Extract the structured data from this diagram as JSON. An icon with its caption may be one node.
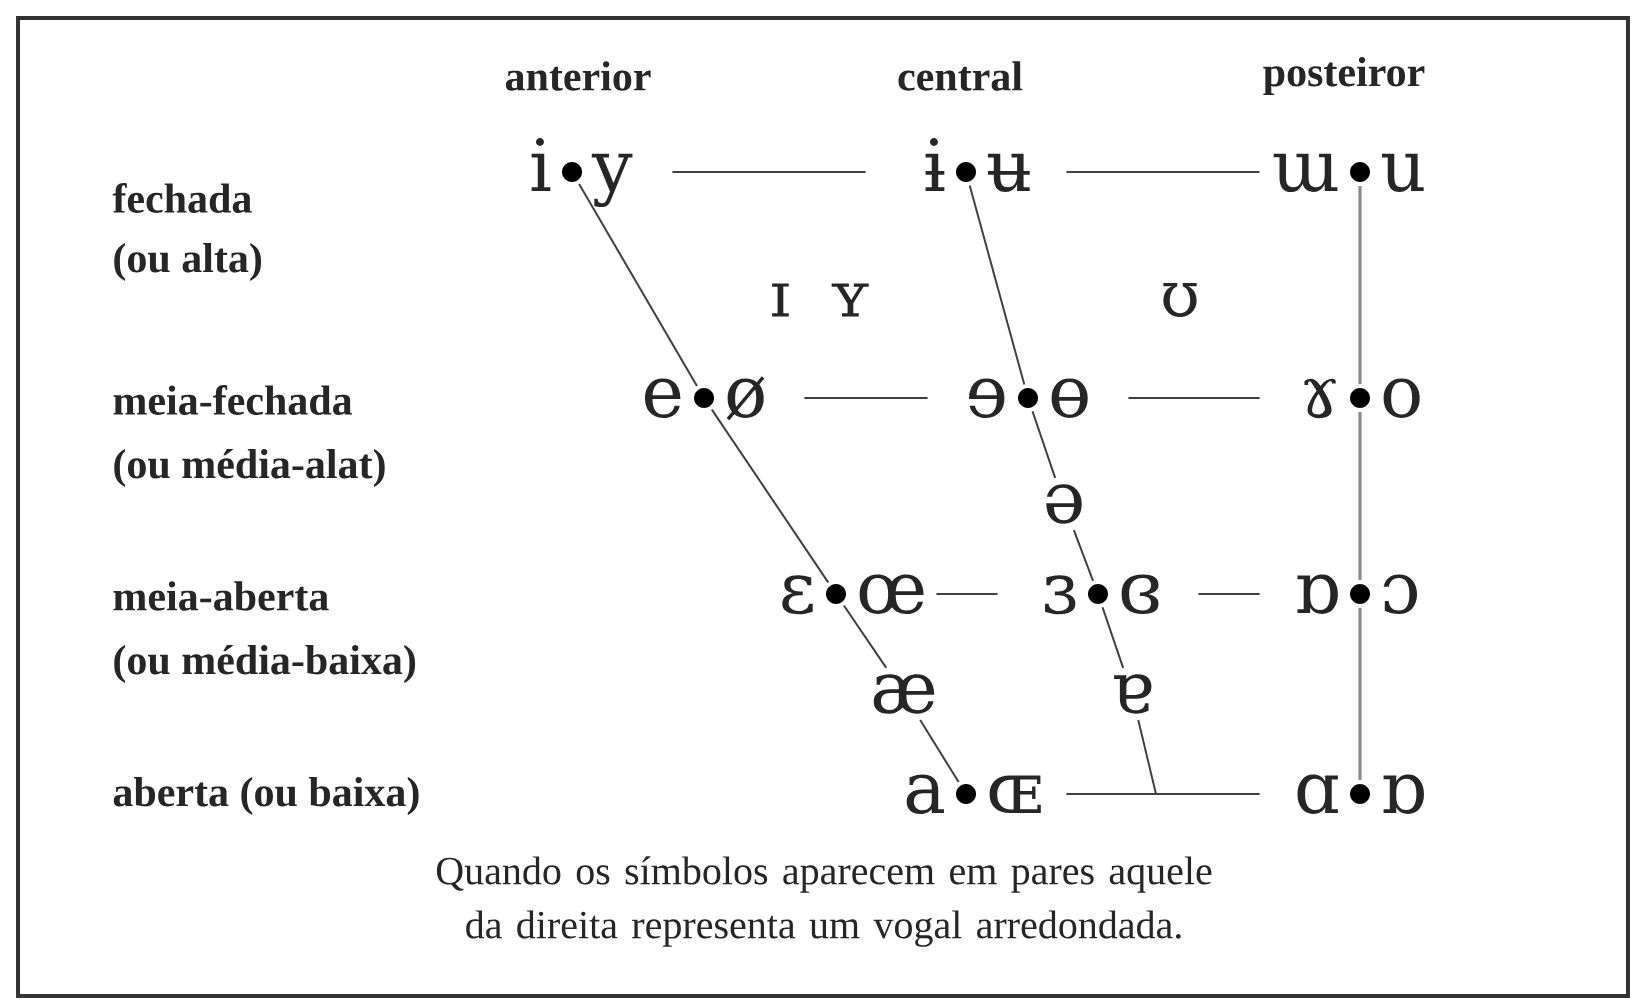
{
  "diagram": {
    "caption": "Quando os símbolos aparecem em pares aquele da direita representa um vogal arredondada.",
    "nodes": [
      {
        "text": [
          "i",
          "y"
        ]
      },
      {
        "text": [
          "ɨ",
          "ʉ"
        ]
      },
      {
        "text": [
          "ɯ",
          "u"
        ]
      },
      {
        "text": [
          "e",
          "ø"
        ]
      },
      {
        "text": [
          "ɘ",
          "ɵ"
        ]
      },
      {
        "text": [
          "ɤ",
          "o"
        ]
      },
      {
        "text": [
          "ə"
        ]
      },
      {
        "text": [
          "ɛ",
          "œ"
        ]
      },
      {
        "text": [
          "ɜ",
          "ɞ"
        ]
      },
      {
        "text": [
          "ɒ",
          "ɔ"
        ]
      },
      {
        "text": [
          "æ"
        ]
      },
      {
        "text": [
          "ɐ"
        ]
      },
      {
        "text": [
          "a",
          "ɶ"
        ]
      },
      {
        "text": [
          "ɑ",
          "ɒ"
        ]
      }
    ],
    "edges": [
      {
        "from": 0,
        "to": 1,
        "arrow": "none"
      },
      {
        "from": 1,
        "to": 2,
        "arrow": "none"
      },
      {
        "from": 3,
        "to": 4,
        "arrow": "none"
      },
      {
        "from": 4,
        "to": 5,
        "arrow": "none"
      },
      {
        "from": 7,
        "to": 8,
        "arrow": "none"
      },
      {
        "from": 8,
        "to": 9,
        "arrow": "none"
      },
      {
        "from": 12,
        "to": 13,
        "arrow": "none"
      },
      {
        "from": 0,
        "to": 3,
        "arrow": "none"
      },
      {
        "from": 3,
        "to": 7,
        "arrow": "none"
      },
      {
        "from": 7,
        "to": 10,
        "arrow": "none"
      },
      {
        "from": 10,
        "to": 12,
        "arrow": "none"
      },
      {
        "from": 1,
        "to": 4,
        "arrow": "none"
      },
      {
        "from": 4,
        "to": 6,
        "arrow": "none"
      },
      {
        "from": 6,
        "to": 8,
        "arrow": "none"
      },
      {
        "from": 8,
        "to": 11,
        "arrow": "none"
      },
      {
        "from": 11,
        "to": null,
        "arrow": "none"
      },
      {
        "from": 2,
        "to": 5,
        "arrow": "none",
        "color": "#8c8c8c"
      },
      {
        "from": 5,
        "to": 9,
        "arrow": "none",
        "color": "#8c8c8c"
      },
      {
        "from": 9,
        "to": 13,
        "arrow": "none",
        "color": "#8c8c8c"
      }
    ],
    "labels": [
      "anterior",
      "central",
      "posteiror",
      "fechada",
      "(ou alta)",
      "ɪ",
      "ʏ",
      "ʊ",
      "meia-fechada",
      "(ou média-alat)",
      "meia-aberta",
      "(ou média-baixa)",
      "aberta (ou baixa)"
    ]
  }
}
